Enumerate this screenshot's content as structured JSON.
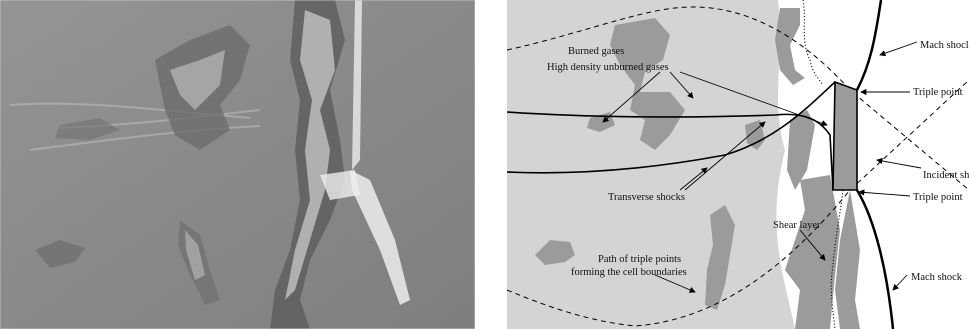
{
  "figure": {
    "left_panel": "schlieren-photograph",
    "right_panel": "schematic",
    "colors": {
      "background": "#d4d4d4",
      "pockets": "#9b9b9b",
      "lines": "#000000",
      "photo_base": "#8c8c8c"
    }
  },
  "labels": {
    "burned_gases": "Burned gases",
    "high_density": "High density unburned gases",
    "mach_shock_top": "Mach shocl",
    "triple_point_top": "Triple point",
    "incident_shock": "Incident shock",
    "triple_point_bottom": "Triple point",
    "transverse_shocks": "Transverse shocks",
    "shear_layer": "Shear layer",
    "path_line1": "Path of triple points",
    "path_line2": "forming the cell boundaries",
    "mach_shock_bottom": "Mach shock"
  }
}
